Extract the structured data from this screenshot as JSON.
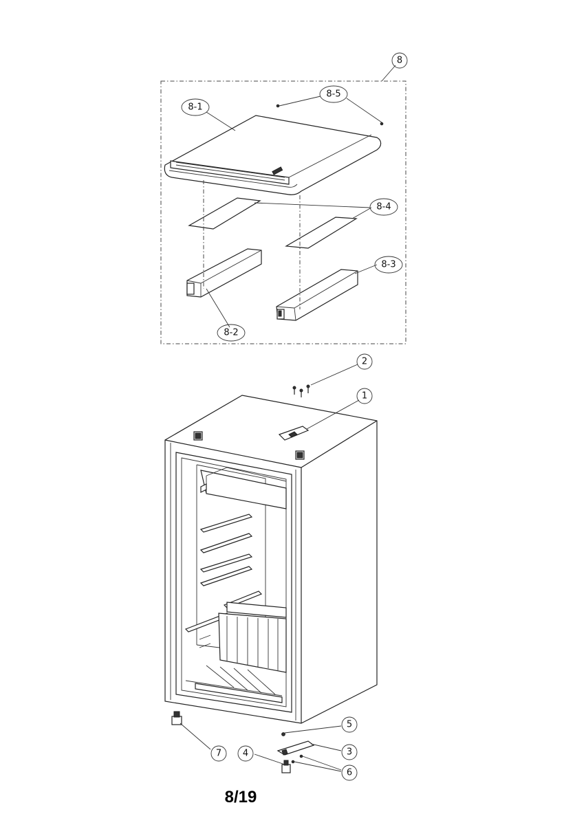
{
  "callouts": {
    "c8": "8",
    "c8_1": "8-1",
    "c8_2": "8-2",
    "c8_3": "8-3",
    "c8_4": "8-4",
    "c8_5": "8-5",
    "c1": "1",
    "c2": "2",
    "c3": "3",
    "c4": "4",
    "c5": "5",
    "c6": "6",
    "c7": "7"
  },
  "page_number": "8/19"
}
